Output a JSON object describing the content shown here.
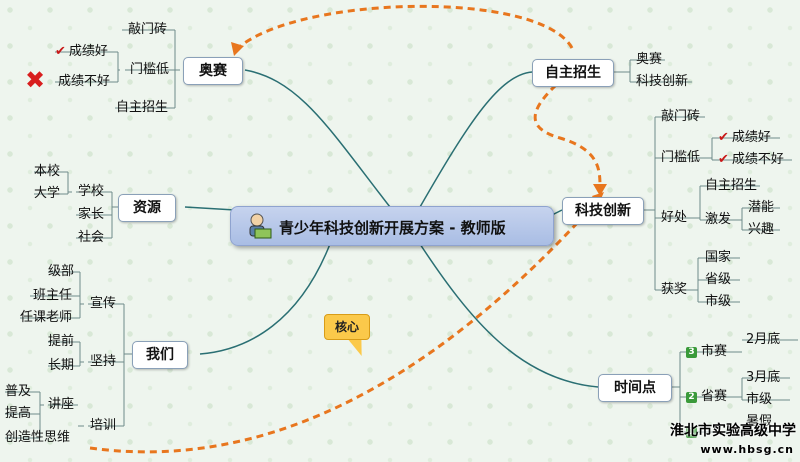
{
  "central": {
    "title": "青少年科技创新开展方案 - 教师版",
    "icon": "person-laptop-icon"
  },
  "branches": {
    "olympiad": {
      "label": "奥赛",
      "items": [
        "敲门砖",
        "门槛低",
        "自主招生"
      ],
      "threshold_children": [
        "成绩好",
        "成绩不好"
      ]
    },
    "resources": {
      "label": "资源",
      "items": [
        "学校",
        "家长",
        "社会"
      ],
      "school_children": [
        "本校",
        "大学"
      ]
    },
    "us": {
      "label": "我们",
      "items": [
        "宣传",
        "坚持",
        "培训"
      ],
      "promote_children": [
        "级部",
        "班主任",
        "任课老师"
      ],
      "persist_children": [
        "提前",
        "长期"
      ],
      "train_children": [
        "讲座"
      ],
      "lecture_children": [
        "普及",
        "提高",
        "创造性思维"
      ]
    },
    "admission": {
      "label": "自主招生",
      "items": [
        "奥赛",
        "科技创新"
      ]
    },
    "innovation": {
      "label": "科技创新",
      "items": [
        "敲门砖",
        "门槛低",
        "好处",
        "获奖"
      ],
      "threshold_children": [
        "成绩好",
        "成绩不好"
      ],
      "benefit_children": [
        "自主招生",
        "激发"
      ],
      "inspire_children": [
        "潜能",
        "兴趣"
      ],
      "award_children": [
        "国家",
        "省级",
        "市级"
      ]
    },
    "timeline": {
      "label": "时间点",
      "items": [
        {
          "badge": "3",
          "badge_color": "#3a9a3a",
          "label": "市赛",
          "time": "2月底"
        },
        {
          "badge": "2",
          "badge_color": "#3a9a3a",
          "label": "省赛",
          "time": "3月底"
        },
        {
          "badge": "1",
          "badge_color": "#3a9a3a",
          "label": "",
          "time": "暑假"
        }
      ],
      "province_child": "市级"
    }
  },
  "callout": "核心",
  "watermark": {
    "school": "淮北市实验高级中学",
    "url": "www.hbsg.cn"
  },
  "colors": {
    "branch_line": "#2a6f73",
    "dashed_arrow": "#e8761e",
    "check": "#c81818",
    "cross": "#d81e1e"
  }
}
